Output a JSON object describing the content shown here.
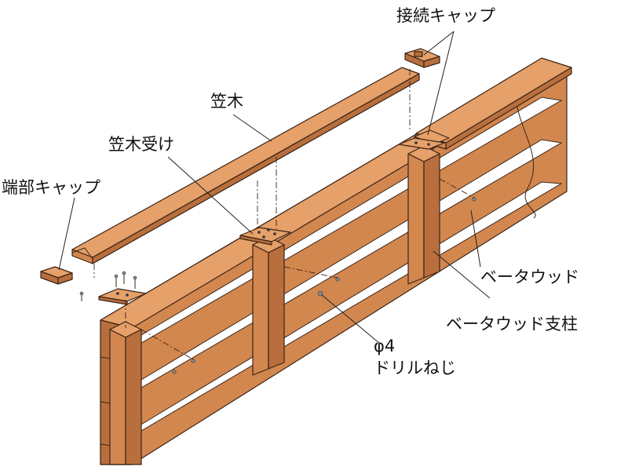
{
  "labels": {
    "connection_cap": "接続キャップ",
    "kasagi": "笠木",
    "kasagi_receiver": "笠木受け",
    "end_cap": "端部キャップ",
    "beta_wood": "ベータウッド",
    "beta_wood_post": "ベータウッド支柱",
    "screw_size": "φ4",
    "drill_screw": "ドリルねじ"
  },
  "colors": {
    "wood": "#d2874f",
    "wood_light": "#e6a06a",
    "wood_dark": "#b86f3d",
    "outline": "#3a2416"
  }
}
